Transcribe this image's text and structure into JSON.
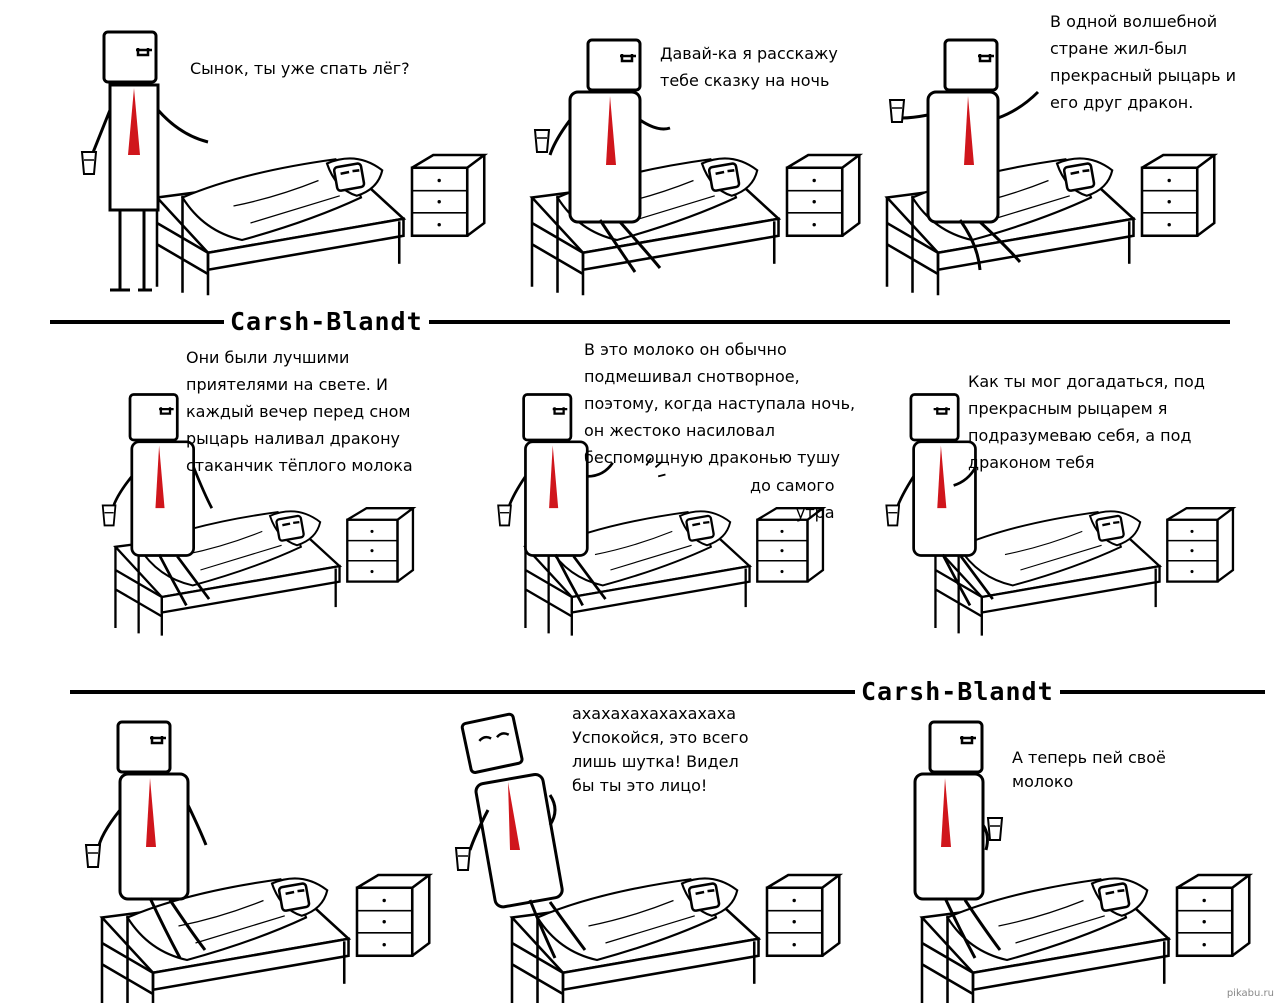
{
  "panels": [
    {
      "caption": "Сынок, ты уже спать лёг?"
    },
    {
      "caption": "Давай-ка я расскажу\nтебе сказку на ночь"
    },
    {
      "caption": "В одной волшебной\nстране жил-был\nпрекрасный рыцарь и\nего друг дракон."
    },
    {
      "caption": "Они были лучшими\nприятелями на свете. И\nкаждый вечер перед сном\nрыцарь наливал дракону\nстаканчик тёплого молока"
    },
    {
      "caption": "В это молоко он обычно\nподмешивал снотворное,\nпоэтому, когда наступала ночь,\nон жестоко насиловал\nбеспомощную драконью тушу"
    },
    {
      "caption": "Как ты мог догадаться, под\nпрекрасным рыцарем я\nподразумеваю себя, а под\nдраконом тебя"
    },
    {
      "caption": ""
    },
    {
      "caption": "ахахахахахахахаха\nУспокойся, это всего\nлишь шутка! Видел\nбы ты это лицо!"
    },
    {
      "caption": "А теперь пей своё\nмолоко"
    }
  ],
  "panel5_extra": "до самого\nутра",
  "signature": "Carsh-Blandt",
  "watermark": "pikabu.ru",
  "colors": {
    "tie": "#d0161c",
    "ink": "#000000",
    "paper": "#ffffff"
  }
}
